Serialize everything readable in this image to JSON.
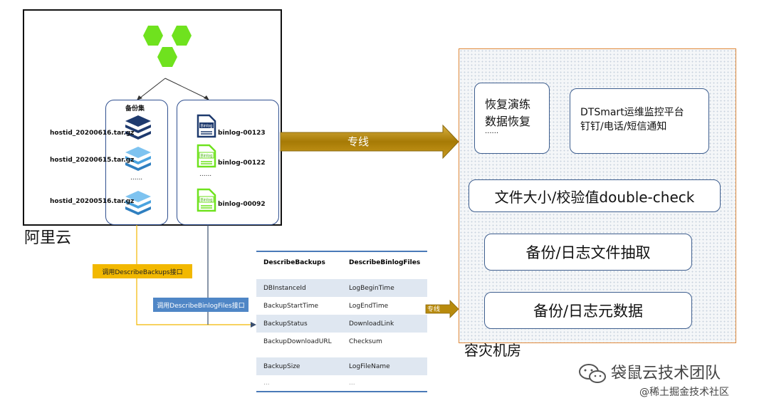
{
  "cloud": {
    "label": "阿里云",
    "backup_set_title": "备份集",
    "backup_files": [
      "hostid_20200616.tar.gz",
      "hostid_20200615.tar.gz",
      "......",
      "hostid_20200516.tar.gz"
    ],
    "binlog_files": [
      "binlog-00123",
      "binlog-00122",
      "......",
      "binlog-00092"
    ],
    "binlog_icon_text": "Binlog",
    "logo_color": "#6fe21e"
  },
  "links": {
    "dedicated_line_main": "专线",
    "dedicated_line_small": "专线",
    "call_backups": "调用DescribeBackups接口",
    "call_binlogs": "调用DescribeBinlogFiles接口"
  },
  "api_table": {
    "headers": [
      "DescribeBackups",
      "DescribeBinlogFiles"
    ],
    "rows": [
      [
        "DBInstanceId",
        "LogBeginTime"
      ],
      [
        "BackupStartTime",
        "LogEndTime"
      ],
      [
        "BackupStatus",
        "DownloadLink"
      ],
      [
        "BackupDownloadURL",
        "Checksum"
      ],
      [
        "BackupSize",
        "LogFileName"
      ],
      [
        "...",
        "..."
      ]
    ]
  },
  "dr": {
    "label": "容灾机房",
    "drill": {
      "line1": "恢复演练",
      "line2": "数据恢复",
      "line3": "......"
    },
    "monitor": {
      "line1": "DTSmart运维监控平台",
      "line2": "钉钉/电话/短信通知"
    },
    "check": "文件大小/校验值double-check",
    "extract": "备份/日志文件抽取",
    "meta": "备份/日志元数据"
  },
  "watermark": {
    "title": "袋鼠云技术团队",
    "sub": "@稀土掘金技术社区"
  },
  "colors": {
    "arrow_gold": "#b88a0c",
    "yellow_tag": "#f2b800",
    "blue_tag": "#4f86c6",
    "dr_border": "#e08a3c"
  }
}
